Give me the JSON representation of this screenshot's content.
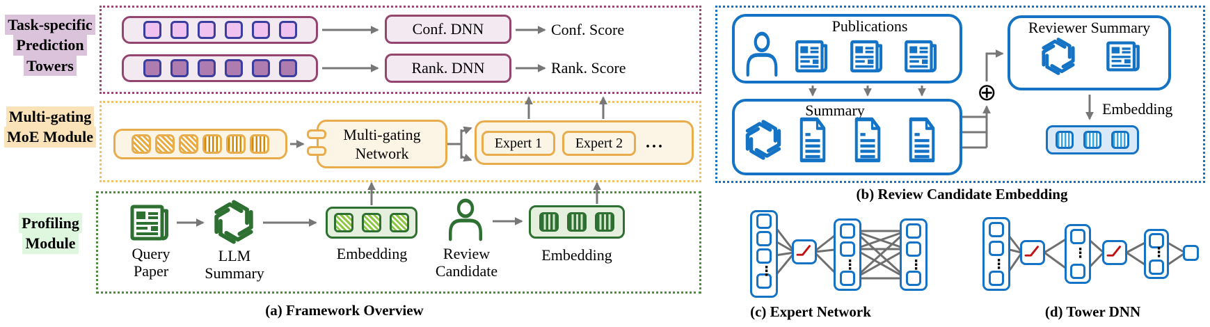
{
  "colors": {
    "purple_border": "#93456F",
    "purple_fill": "#F3EAF1",
    "token_border_indigo": "#3B3E9F",
    "token_pink_light": "#F0C2EF",
    "token_mauve_dark": "#AE7CAE",
    "amber_border": "#E8AC4C",
    "amber_fill": "#FCF5E5",
    "amber_hatch": "#E8A93D",
    "amber_stripe": "#D18A00",
    "green_border": "#2E7031",
    "green_fill": "#E4EFDE",
    "green_hatch": "#8DC63F",
    "blue_border": "#1473C4",
    "blue_fill_light": "#D9E9F8",
    "blue_stripe": "#35A8E0",
    "arrow_gray": "#777777",
    "relu_red": "#C11212",
    "highlight_pink": "#DCC3DC",
    "highlight_amber": "#FAE3B8",
    "highlight_green": "#DFF7DF"
  },
  "panel_a": {
    "caption": "(a) Framework Overview",
    "module_labels": {
      "towers": [
        "Task-specific",
        "Prediction",
        "Towers"
      ],
      "moe": [
        "Multi-gating",
        "MoE Module"
      ],
      "profiling": [
        "Profiling",
        "Module"
      ]
    },
    "towers": {
      "conf_dnn": "Conf. DNN",
      "rank_dnn": "Rank. DNN",
      "conf_score": "Conf. Score",
      "rank_score": "Rank. Score"
    },
    "moe": {
      "gating": [
        "Multi-gating",
        "Network"
      ],
      "expert1": "Expert 1",
      "expert2": "Expert 2",
      "more": "..."
    },
    "profiling": {
      "query_paper": [
        "Query",
        "Paper"
      ],
      "llm_summary": [
        "LLM",
        "Summary"
      ],
      "embedding_query": "Embedding",
      "review_candidate": [
        "Review",
        "Candidate"
      ],
      "embedding_candidate": "Embedding"
    }
  },
  "panel_b": {
    "caption": "(b) Review Candidate Embedding",
    "publications_title": "Publications",
    "summary_title": "Summary",
    "reviewer_summary_title": "Reviewer Summary",
    "embedding_label": "Embedding",
    "concat_symbol": "⊕"
  },
  "panel_c": {
    "caption": "(c) Expert Network"
  },
  "panel_d": {
    "caption": "(d) Tower DNN"
  },
  "symbols": {
    "vdots": "⋮",
    "hdots": "..."
  }
}
